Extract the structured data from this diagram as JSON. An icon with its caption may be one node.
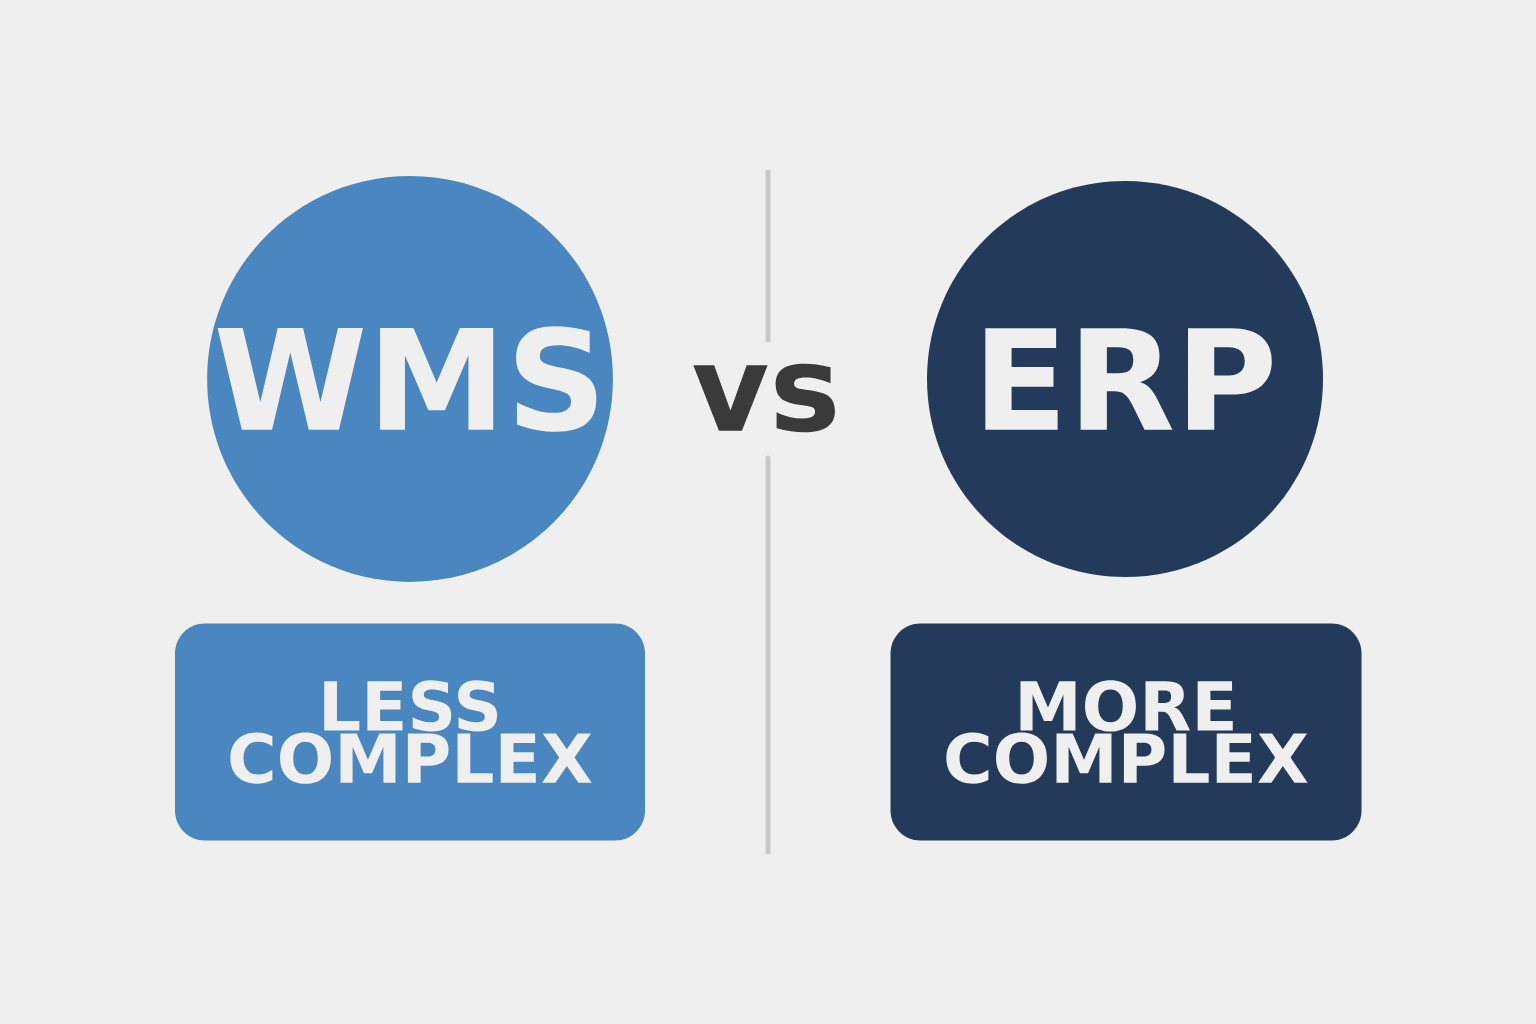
{
  "diagram": {
    "nodes": [
      {
        "text": [
          "WMS"
        ]
      },
      {
        "text": [
          "LESS COMPLEX"
        ]
      },
      {
        "text": [
          "ERP"
        ]
      },
      {
        "text": [
          "MORE COMPLEX"
        ]
      }
    ],
    "labels": [
      "vs"
    ]
  }
}
